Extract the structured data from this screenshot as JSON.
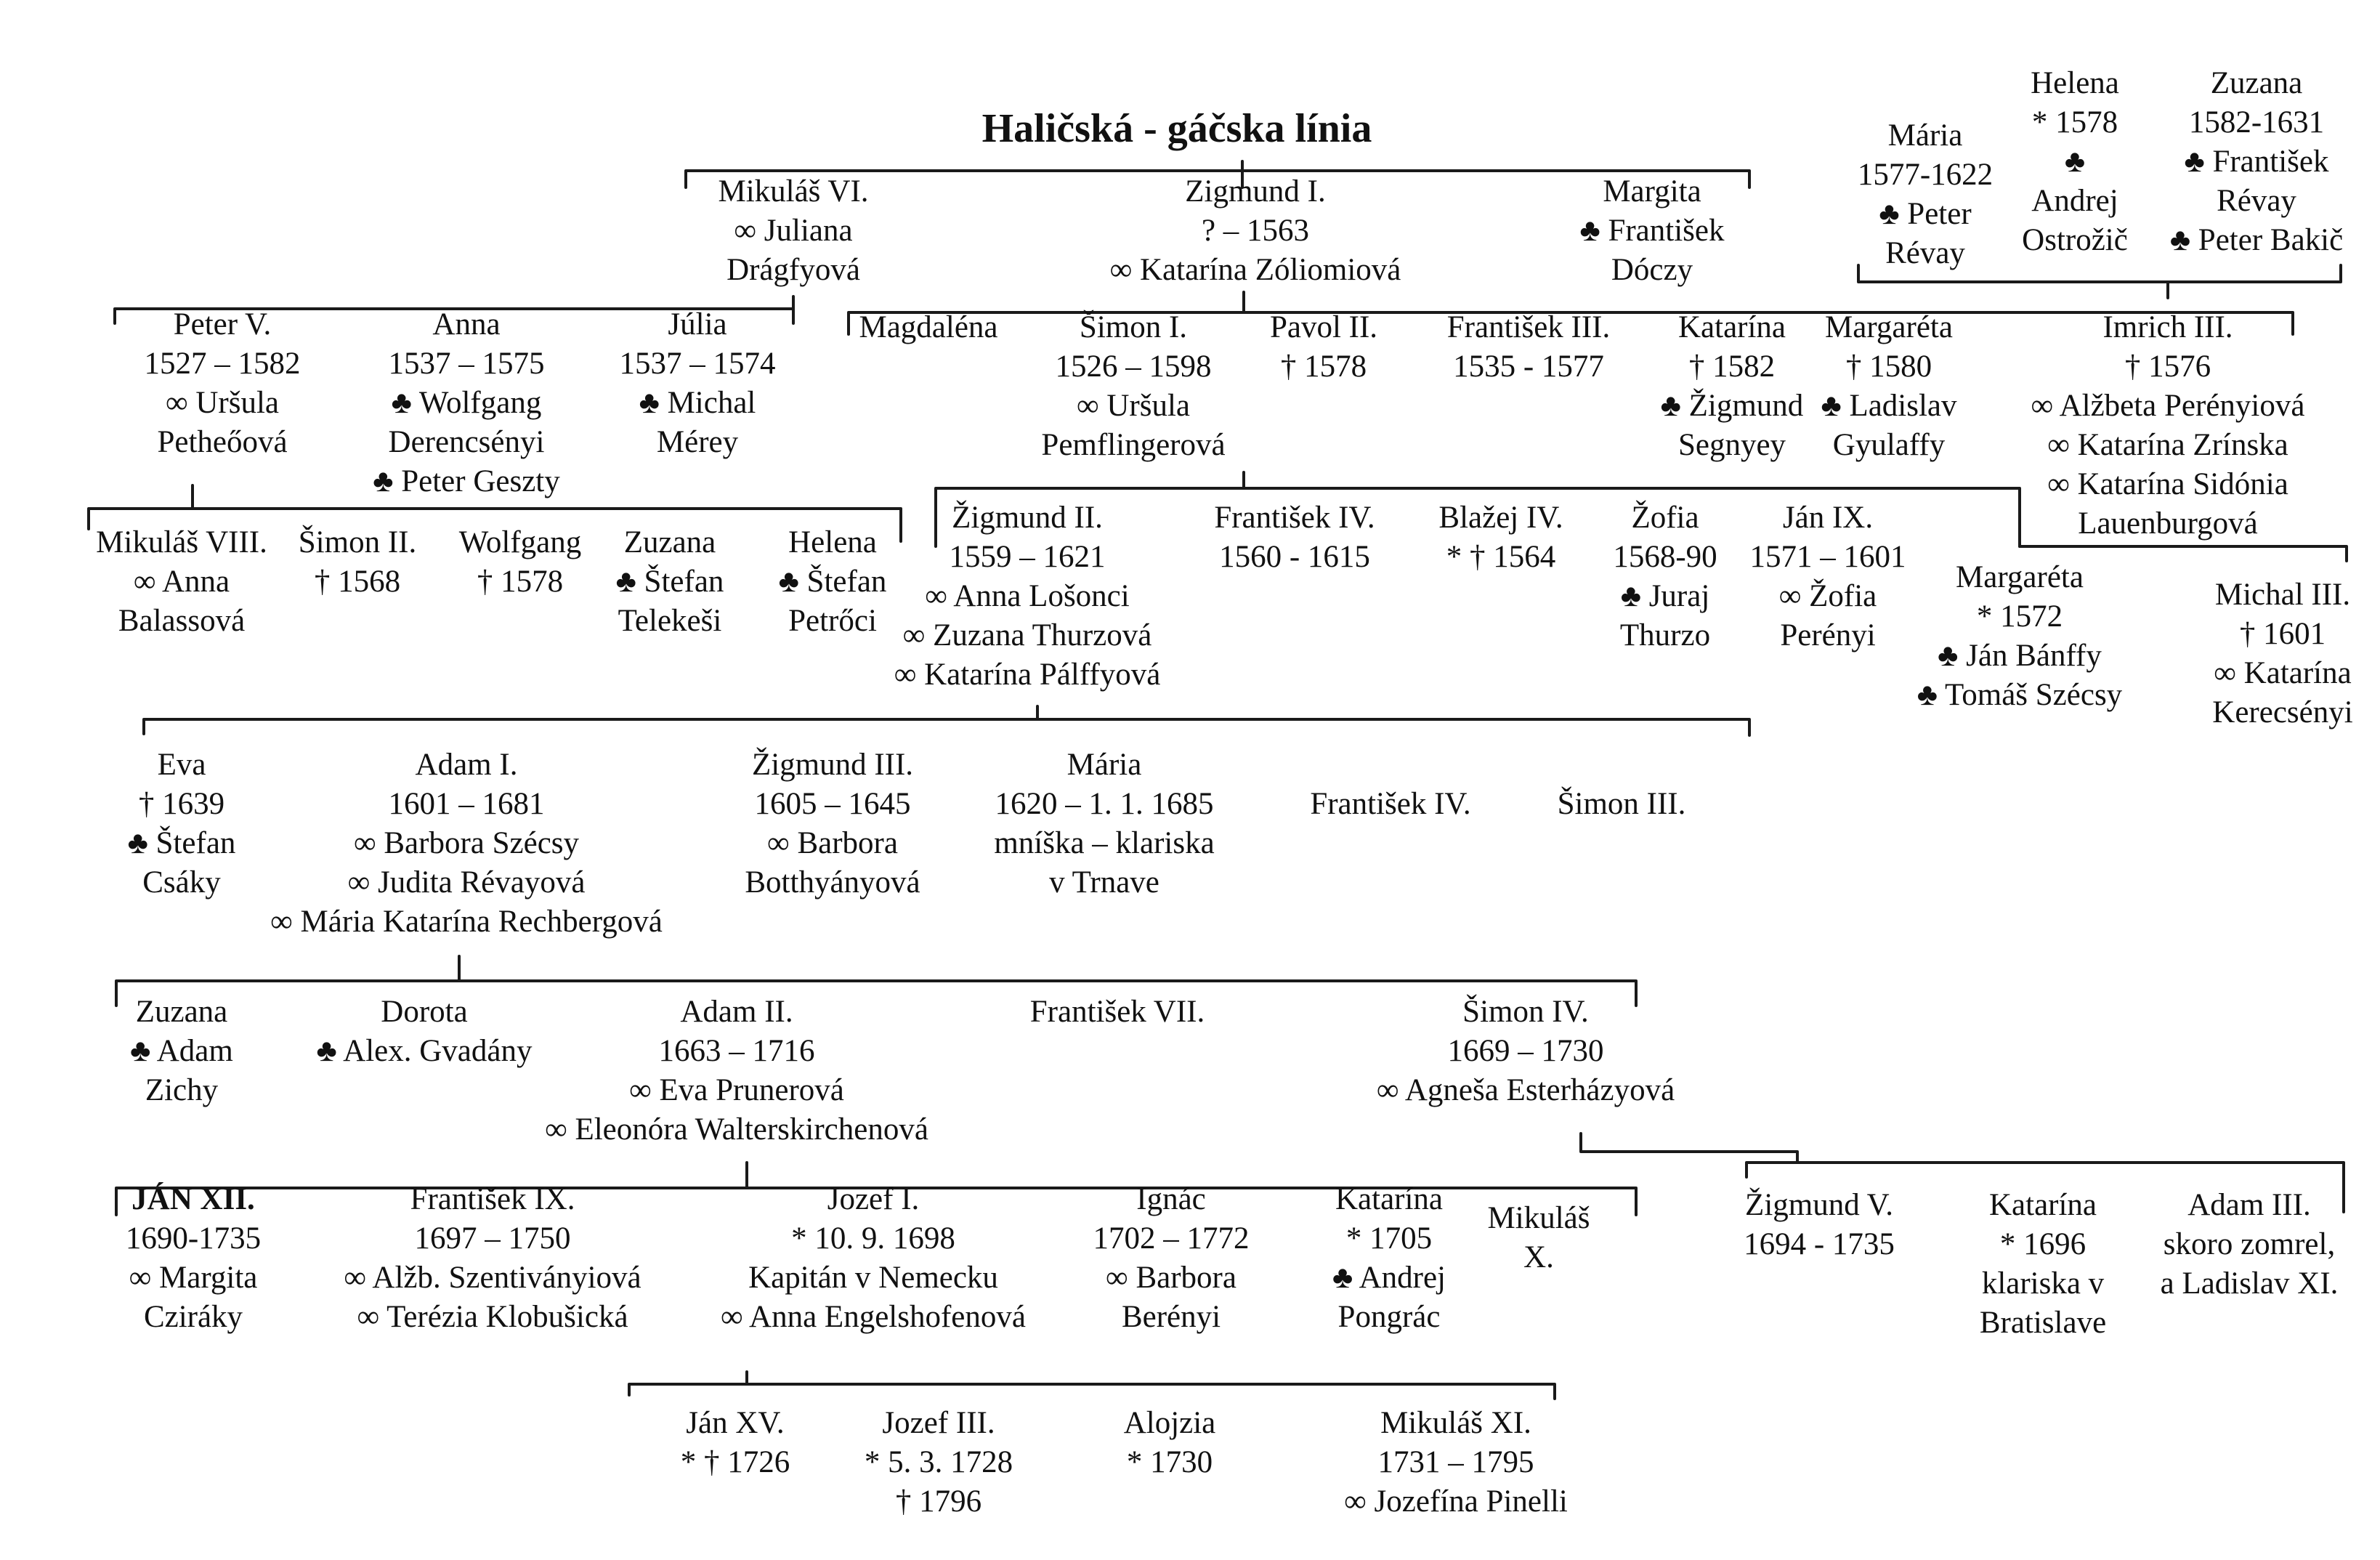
{
  "title": "Haličská - gáčska línia",
  "symbols": {
    "marriage": "∞",
    "spouse": "♣",
    "death": "†",
    "birth": "*"
  },
  "persons": [
    {
      "id": "maria-revay-wife",
      "lines": [
        "Mária",
        "1577-1622",
        "♣ Peter",
        "Révay"
      ]
    },
    {
      "id": "helena",
      "lines": [
        "Helena",
        "* 1578",
        "♣",
        "Andrej",
        "Ostrožič"
      ]
    },
    {
      "id": "zuzana-1582",
      "lines": [
        "Zuzana",
        "1582-1631",
        "♣ František",
        "Révay",
        "♣ Peter Bakič"
      ]
    },
    {
      "id": "mikulas-vi",
      "lines": [
        "Mikuláš VI.",
        "∞ Juliana",
        "Drágfyová"
      ]
    },
    {
      "id": "zigmund-i",
      "lines": [
        "Zigmund I.",
        "? – 1563",
        "∞ Katarína Zóliomiová"
      ]
    },
    {
      "id": "margita",
      "lines": [
        "Margita",
        "♣ František",
        "Dóczy"
      ]
    },
    {
      "id": "peter-v",
      "lines": [
        "Peter V.",
        "1527 – 1582",
        "∞ Uršula",
        "Petheőová"
      ]
    },
    {
      "id": "anna",
      "lines": [
        "Anna",
        "1537 – 1575",
        "♣ Wolfgang",
        "Derencsényi",
        "♣ Peter Geszty"
      ]
    },
    {
      "id": "julia",
      "lines": [
        "Júlia",
        "1537 – 1574",
        "♣ Michal",
        "Mérey"
      ]
    },
    {
      "id": "magdalena",
      "lines": [
        "Magdaléna"
      ]
    },
    {
      "id": "simon-i",
      "lines": [
        "Šimon I.",
        "1526 – 1598",
        "∞ Uršula",
        "Pemflingerová"
      ]
    },
    {
      "id": "pavol-ii",
      "lines": [
        "Pavol II.",
        "† 1578"
      ]
    },
    {
      "id": "frantisek-iii",
      "lines": [
        "František III.",
        "1535 - 1577"
      ]
    },
    {
      "id": "katarina-1582",
      "lines": [
        "Katarína",
        "† 1582",
        "♣ Žigmund",
        "Segnyey"
      ]
    },
    {
      "id": "margareta-1580",
      "lines": [
        "Margaréta",
        "† 1580",
        "♣ Ladislav",
        "Gyulaffy"
      ]
    },
    {
      "id": "imrich-iii",
      "lines": [
        "Imrich III.",
        "† 1576",
        "∞ Alžbeta Perényiová",
        "∞ Katarína Zrínska",
        "∞ Katarína Sidónia",
        "Lauenburgová"
      ]
    },
    {
      "id": "mikulas-viii",
      "lines": [
        "Mikuláš VIII.",
        "∞ Anna",
        "Balassová"
      ]
    },
    {
      "id": "simon-ii",
      "lines": [
        "Šimon II.",
        "† 1568"
      ]
    },
    {
      "id": "wolfgang",
      "lines": [
        "Wolfgang",
        "† 1578"
      ]
    },
    {
      "id": "zuzana-telekesi",
      "lines": [
        "Zuzana",
        "♣ Štefan",
        "Telekeši"
      ]
    },
    {
      "id": "helena-petroci",
      "lines": [
        "Helena",
        "♣ Štefan",
        "Petrőci"
      ]
    },
    {
      "id": "zigmund-ii",
      "lines": [
        "Žigmund II.",
        "1559 – 1621",
        "∞ Anna Lošonci",
        "∞ Zuzana Thurzová",
        "∞ Katarína Pálffyová"
      ]
    },
    {
      "id": "frantisek-iv-1560",
      "lines": [
        "František IV.",
        "1560 - 1615"
      ]
    },
    {
      "id": "blazej-iv",
      "lines": [
        "Blažej IV.",
        "* † 1564"
      ]
    },
    {
      "id": "zofia",
      "lines": [
        "Žofia",
        "1568-90",
        "♣ Juraj",
        "Thurzo"
      ]
    },
    {
      "id": "jan-ix",
      "lines": [
        "Ján IX.",
        "1571 – 1601",
        "∞ Žofia",
        "Perényi"
      ]
    },
    {
      "id": "margareta-1572",
      "lines": [
        "Margaréta",
        "* 1572",
        "♣ Ján Bánffy",
        "♣ Tomáš Szécsy"
      ]
    },
    {
      "id": "michal-iii",
      "lines": [
        "Michal III.",
        "† 1601",
        "∞ Katarína",
        "Kerecsényi"
      ]
    },
    {
      "id": "eva",
      "lines": [
        "Eva",
        "† 1639",
        "♣ Štefan",
        "Csáky"
      ]
    },
    {
      "id": "adam-i",
      "lines": [
        "Adam I.",
        "1601 – 1681",
        "∞ Barbora Szécsy",
        "∞ Judita Révayová",
        "∞ Mária Katarína Rechbergová"
      ]
    },
    {
      "id": "zigmund-iii",
      "lines": [
        "Žigmund III.",
        "1605 – 1645",
        "∞ Barbora",
        "Botthyányová"
      ]
    },
    {
      "id": "maria-1620",
      "lines": [
        "Mária",
        "1620 – 1. 1. 1685",
        "mníška – klariska",
        "v Trnave"
      ]
    },
    {
      "id": "frantisek-iv-b",
      "lines": [
        "František IV."
      ]
    },
    {
      "id": "simon-iii",
      "lines": [
        "Šimon III."
      ]
    },
    {
      "id": "zuzana-zichy",
      "lines": [
        "Zuzana",
        "♣ Adam",
        "Zichy"
      ]
    },
    {
      "id": "dorota",
      "lines": [
        "Dorota",
        "♣ Alex. Gvadány"
      ]
    },
    {
      "id": "adam-ii",
      "lines": [
        "Adam II.",
        "1663 – 1716",
        "∞ Eva Prunerová",
        "∞ Eleonóra Walterskirchenová"
      ]
    },
    {
      "id": "frantisek-vii",
      "lines": [
        "František VII."
      ]
    },
    {
      "id": "simon-iv",
      "lines": [
        "Šimon IV.",
        "1669 – 1730",
        "∞ Agneša Esterházyová"
      ]
    },
    {
      "id": "jan-xii",
      "lines": [
        "JÁN XII.",
        "1690-1735",
        "∞ Margita",
        "Cziráky"
      ]
    },
    {
      "id": "frantisek-ix",
      "lines": [
        "František IX.",
        "1697 – 1750",
        "∞ Alžb. Szentiványiová",
        "∞ Terézia Klobušická"
      ]
    },
    {
      "id": "jozef-i",
      "lines": [
        "Jozef I.",
        "* 10. 9. 1698",
        "Kapitán v Nemecku",
        "∞ Anna Engelshofenová"
      ]
    },
    {
      "id": "ignac",
      "lines": [
        "Ignác",
        "1702 – 1772",
        "∞ Barbora",
        "Berényi"
      ]
    },
    {
      "id": "katarina-1705",
      "lines": [
        "Katarína",
        "* 1705",
        "♣ Andrej",
        "Pongrác"
      ]
    },
    {
      "id": "mikulas-x",
      "lines": [
        "Mikuláš",
        "X."
      ]
    },
    {
      "id": "zigmund-v",
      "lines": [
        "Žigmund V.",
        "1694 - 1735"
      ]
    },
    {
      "id": "katarina-1696",
      "lines": [
        "Katarína",
        "* 1696",
        "klariska v",
        "Bratislave"
      ]
    },
    {
      "id": "adam-iii",
      "lines": [
        "Adam III.",
        "skoro zomrel,",
        "a Ladislav XI."
      ]
    },
    {
      "id": "jan-xv",
      "lines": [
        "Ján XV.",
        "* † 1726"
      ]
    },
    {
      "id": "jozef-iii",
      "lines": [
        "Jozef III.",
        "* 5. 3. 1728",
        "† 1796"
      ]
    },
    {
      "id": "alojzia",
      "lines": [
        "Alojzia",
        "* 1730"
      ]
    },
    {
      "id": "mikulas-xi",
      "lines": [
        "Mikuláš XI.",
        "1731 – 1795",
        "∞ Jozefína Pinelli"
      ]
    }
  ]
}
